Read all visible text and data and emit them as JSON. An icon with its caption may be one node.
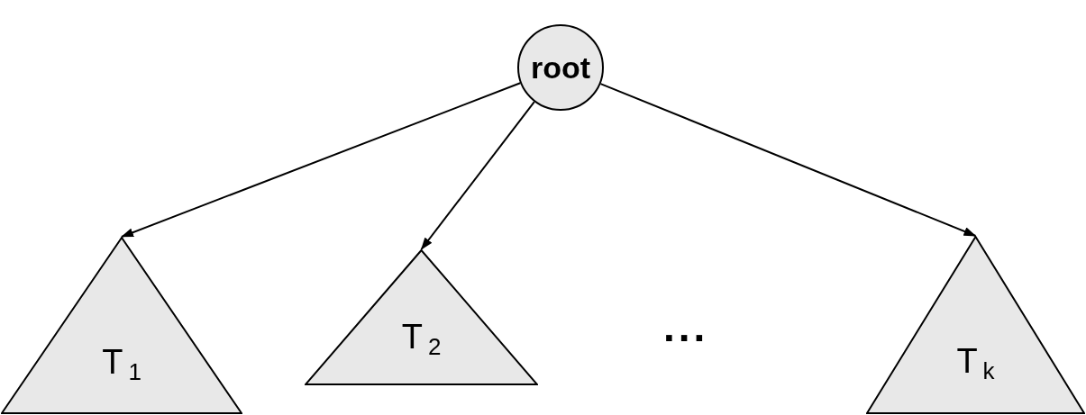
{
  "diagram": {
    "nodes": [
      {
        "text": [
          "root"
        ]
      },
      {
        "text": [
          "T$_{1}$"
        ]
      },
      {
        "text": [
          "T$_{2}$"
        ]
      },
      {
        "text": [
          "T$_{k}$"
        ]
      }
    ],
    "edges": [
      {
        "from": 0,
        "to": 1,
        "arrow": "to"
      },
      {
        "from": 0,
        "to": 2,
        "arrow": "to"
      },
      {
        "from": 0,
        "to": 3,
        "arrow": "to"
      }
    ],
    "labels": [
      "..."
    ]
  }
}
